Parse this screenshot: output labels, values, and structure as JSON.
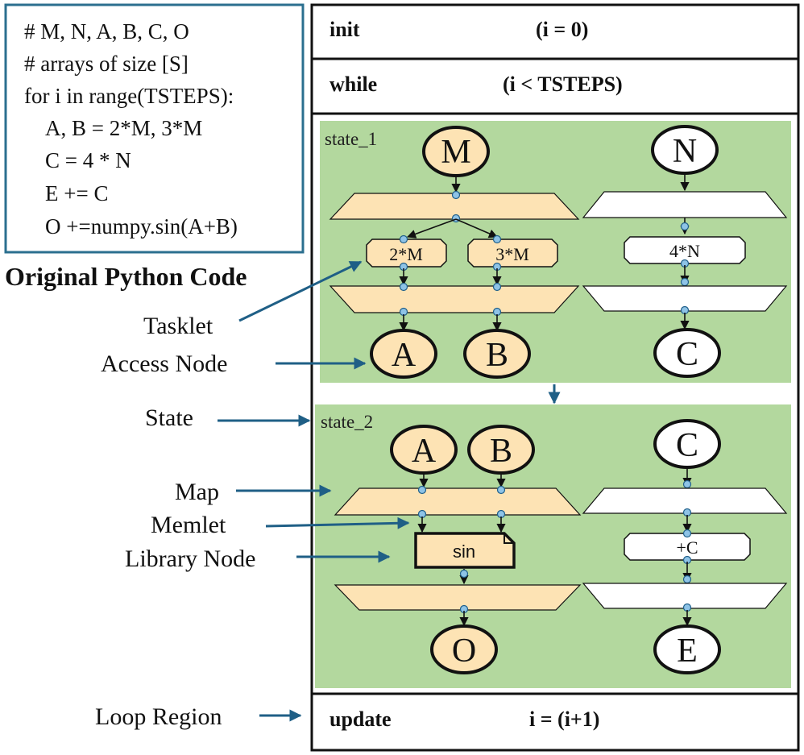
{
  "code_box": {
    "lines": [
      "# M, N, A, B, C, O",
      "# arrays of size [S]",
      "for i in range(TSTEPS):",
      "A, B = 2*M, 3*M",
      "C = 4 * N",
      "E += C",
      "O +=numpy.sin(A+B)"
    ],
    "caption": "Original Python Code"
  },
  "loop": {
    "init_label": "init",
    "init_value": "(i = 0)",
    "while_label": "while",
    "while_value": "(i < TSTEPS)",
    "update_label": "update",
    "update_value": "i = (i+1)"
  },
  "state1": {
    "name": "state_1",
    "inputs": [
      "M",
      "N"
    ],
    "tasklets": [
      "2*M",
      "3*M",
      "4*N"
    ],
    "outputs": [
      "A",
      "B",
      "C"
    ]
  },
  "state2": {
    "name": "state_2",
    "inputs": [
      "A",
      "B",
      "C"
    ],
    "library_node": "sin",
    "tasklet": "+C",
    "outputs": [
      "O",
      "E"
    ]
  },
  "legend": {
    "tasklet": "Tasklet",
    "access_node": "Access Node",
    "state": "State",
    "map": "Map",
    "memlet": "Memlet",
    "library_node": "Library Node",
    "loop_region": "Loop Region"
  },
  "colors": {
    "state_fill": "#b3d89e",
    "node_orange": "#fde3b4",
    "pointer": "#1f5f86",
    "code_border": "#2b6f8f"
  }
}
